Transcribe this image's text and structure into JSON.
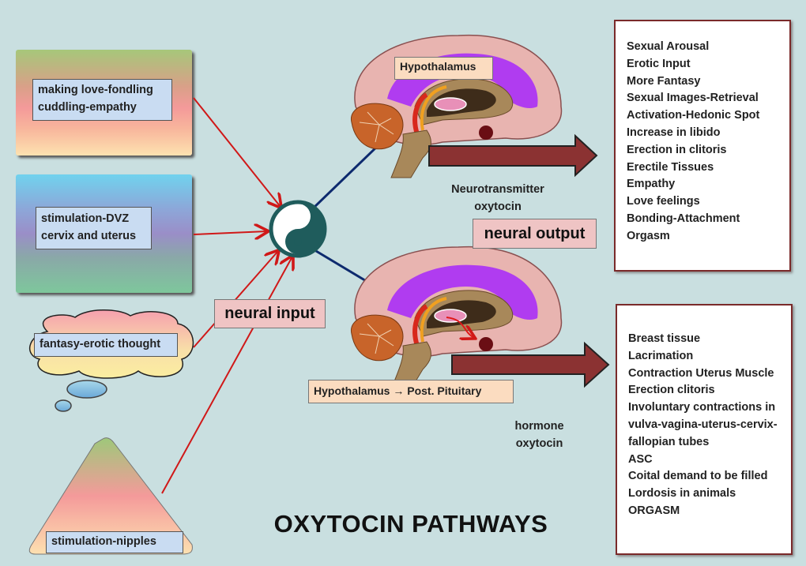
{
  "title": "OXYTOCIN PATHWAYS",
  "inputs": {
    "box1": [
      "making love-fondling",
      "cuddling-empathy"
    ],
    "box2": [
      "stimulation-DVZ",
      "cervix and uterus"
    ],
    "cloud": "fantasy-erotic thought",
    "triangle": "stimulation-nipples"
  },
  "neural_input": "neural input",
  "neural_output": "neural output",
  "brain_top_label": "Hypothalamus",
  "brain_bottom_label": "Hypothalamus → Post. Pituitary",
  "neurotransmitter": [
    "Neurotransmitter",
    "oxytocin"
  ],
  "hormone": [
    "hormone",
    "oxytocin"
  ],
  "effects_neural": [
    "Sexual Arousal",
    "Erotic Input",
    "More Fantasy",
    "Sexual Images-Retrieval",
    "Activation-Hedonic Spot",
    "Increase in libido",
    "Erection in clitoris",
    "Erectile Tissues",
    "Empathy",
    "Love feelings",
    "Bonding-Attachment",
    "Orgasm"
  ],
  "effects_hormone": [
    "Breast tissue",
    "Lacrimation",
    "Contraction Uterus Muscle",
    "Erection clitoris",
    "Involuntary contractions in",
    "vulva-vagina-uterus-cervix-",
    "fallopian tubes",
    "ASC",
    "Coital demand to be filled",
    "Lordosis in animals",
    "ORGASM"
  ],
  "colors": {
    "background": "#c9dfe0",
    "input_arrow": "#d01818",
    "output_arrow": "#0d2a6e",
    "big_arrow": "#8b3232",
    "yin_yang": "#1f5c5c"
  }
}
